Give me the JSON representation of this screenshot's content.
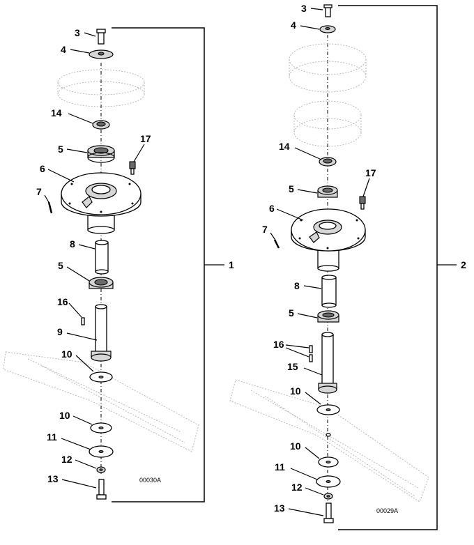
{
  "assemblies": [
    {
      "id": "1",
      "code": "00030A",
      "callouts": [
        "3",
        "4",
        "14",
        "5",
        "17",
        "6",
        "7",
        "8",
        "5",
        "16",
        "9",
        "10",
        "10",
        "11",
        "12",
        "13"
      ]
    },
    {
      "id": "2",
      "code": "00029A",
      "callouts": [
        "3",
        "4",
        "14",
        "17",
        "5",
        "6",
        "7",
        "8",
        "5",
        "16",
        "15",
        "10",
        "10",
        "11",
        "12",
        "13"
      ]
    }
  ]
}
